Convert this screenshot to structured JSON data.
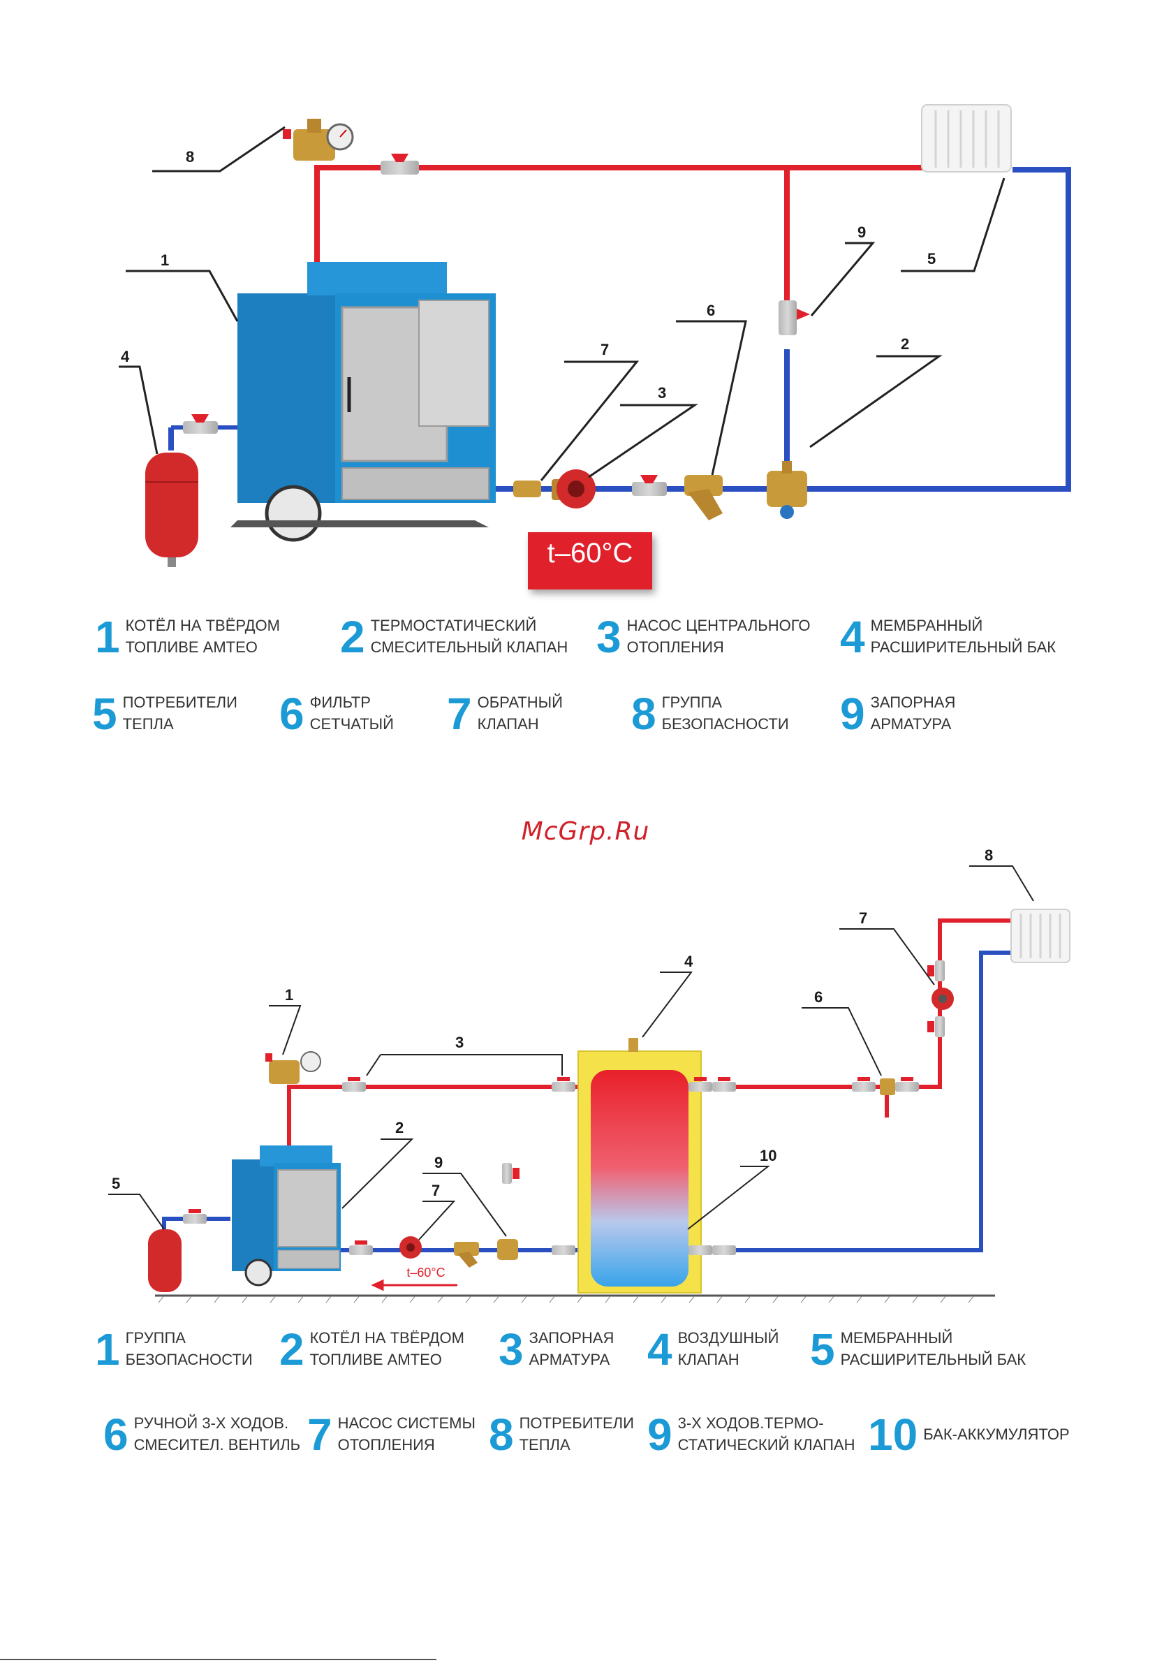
{
  "diagram1": {
    "temp_badge": "t–60°C",
    "callouts": [
      "1",
      "2",
      "3",
      "4",
      "5",
      "6",
      "7",
      "8",
      "9"
    ],
    "legend": [
      {
        "num": "1",
        "text": "КОТЁЛ НА ТВЁРДОМ\nТОПЛИВЕ АМТЕО"
      },
      {
        "num": "2",
        "text": "ТЕРМОСТАТИЧЕСКИЙ\nСМЕСИТЕЛЬНЫЙ КЛАПАН"
      },
      {
        "num": "3",
        "text": "НАСОС ЦЕНТРАЛЬНОГО\nОТОПЛЕНИЯ"
      },
      {
        "num": "4",
        "text": "МЕМБРАННЫЙ\nРАСШИРИТЕЛЬНЫЙ БАК"
      },
      {
        "num": "5",
        "text": "ПОТРЕБИТЕЛИ\nТЕПЛА"
      },
      {
        "num": "6",
        "text": "ФИЛЬТР\nСЕТЧАТЫЙ"
      },
      {
        "num": "7",
        "text": "ОБРАТНЫЙ\nКЛАПАН"
      },
      {
        "num": "8",
        "text": "ГРУППА\nБЕЗОПАСНОСТИ"
      },
      {
        "num": "9",
        "text": "ЗАПОРНАЯ\nАРМАТУРА"
      }
    ]
  },
  "watermark": "McGrp.Ru",
  "diagram2": {
    "temp_label": "t–60°C",
    "callouts": [
      "1",
      "2",
      "3",
      "4",
      "5",
      "6",
      "7",
      "8",
      "9",
      "7",
      "10"
    ],
    "legend": [
      {
        "num": "1",
        "text": "ГРУППА\nБЕЗОПАСНОСТИ"
      },
      {
        "num": "2",
        "text": "КОТЁЛ НА ТВЁРДОМ\nТОПЛИВЕ АМТЕО"
      },
      {
        "num": "3",
        "text": "ЗАПОРНАЯ\nАРМАТУРА"
      },
      {
        "num": "4",
        "text": "ВОЗДУШНЫЙ\nКЛАПАН"
      },
      {
        "num": "5",
        "text": "МЕМБРАННЫЙ\nРАСШИРИТЕЛЬНЫЙ БАК"
      },
      {
        "num": "6",
        "text": "РУЧНОЙ 3-Х ХОДОВ.\nСМЕСИТЕЛ. ВЕНТИЛЬ"
      },
      {
        "num": "7",
        "text": "НАСОС СИСТЕМЫ\nОТОПЛЕНИЯ"
      },
      {
        "num": "8",
        "text": "ПОТРЕБИТЕЛИ\nТЕПЛА"
      },
      {
        "num": "9",
        "text": "3-Х ХОДОВ.ТЕРМО-\nСТАТИЧЕСКИЙ КЛАПАН"
      },
      {
        "num": "10",
        "text": "БАК-АККУМУЛЯТОР"
      }
    ]
  },
  "colors": {
    "hot": "#e0202a",
    "cold": "#2a4fc0",
    "accent": "#1b9ad6",
    "boiler": "#1e8fd0",
    "brass": "#c99a3a",
    "tank_yellow": "#f5e24a"
  }
}
